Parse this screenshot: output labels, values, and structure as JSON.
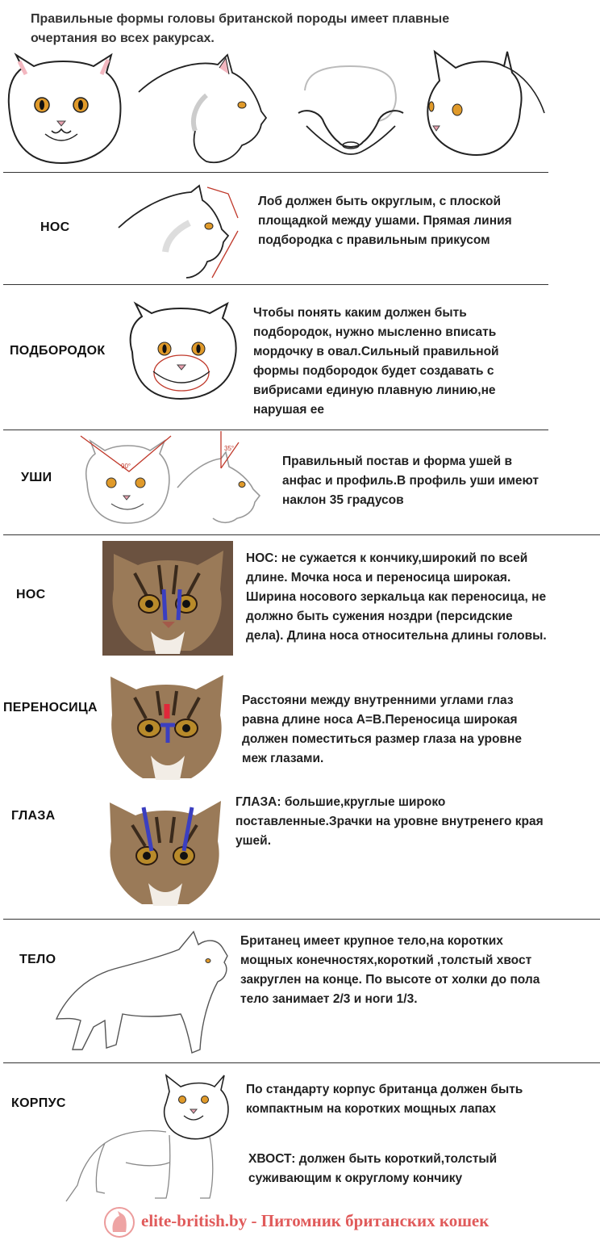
{
  "header": {
    "title": "Правильные формы головы британской породы имеет плавные очертания во всех ракурсах."
  },
  "sections": [
    {
      "label": "НОС",
      "text": "Лоб должен быть округлым, с плоской площадкой между ушами. Прямая линия подбородка с правильным прикусом"
    },
    {
      "label": "ПОДБОРОДОК",
      "text": "Чтобы понять каким должен быть подбородок, нужно мысленно вписать мордочку в овал.Сильный правильной формы подбородок будет создавать с вибрисами единую плавную линию,не нарушая ее"
    },
    {
      "label": "УШИ",
      "text": "Правильный постав и форма ушей в анфас и профиль.В профиль уши имеют наклон 35 градусов",
      "angle_front": "90°",
      "angle_profile": "35°"
    },
    {
      "label": "НОС",
      "text": "НОС: не сужается к кончику,широкий по всей длине. Мочка носа и переносица широкая. Ширина носового зеркальца как переносица, не должно быть сужения ноздри (персидские дела). Длина носа относительна длины головы."
    },
    {
      "label": "ПЕРЕНОСИЦА",
      "text": "Расстояни между внутренними углами глаз равна длине носа А=В.Переносица широкая должен поместиться размер глаза на уровне меж глазами."
    },
    {
      "label": "ГЛАЗА",
      "text": "ГЛАЗА: большие,круглые широко поставленные.Зрачки на уровне внутренего края ушей."
    },
    {
      "label": "ТЕЛО",
      "text": "Британец имеет крупное тело,на коротких мощных конечностях,короткий ,толстый хвост закруглен на конце. По высоте от холки до пола тело занимает 2/3 и ноги 1/3."
    },
    {
      "label": "КОРПУС",
      "text": "По стандарту корпус британца должен быть компактным на коротких мощных лапах",
      "text2": "ХВОСТ: должен быть короткий,толстый суживающим к округлому кончику"
    }
  ],
  "footer": {
    "text": "elite-british.by - Питомник британских кошек"
  },
  "colors": {
    "eye": "#e09a2a",
    "line": "#222222",
    "guide_red": "#c0392b",
    "marker_blue": "#3b3fc0",
    "footer_red": "#e05a5a"
  }
}
